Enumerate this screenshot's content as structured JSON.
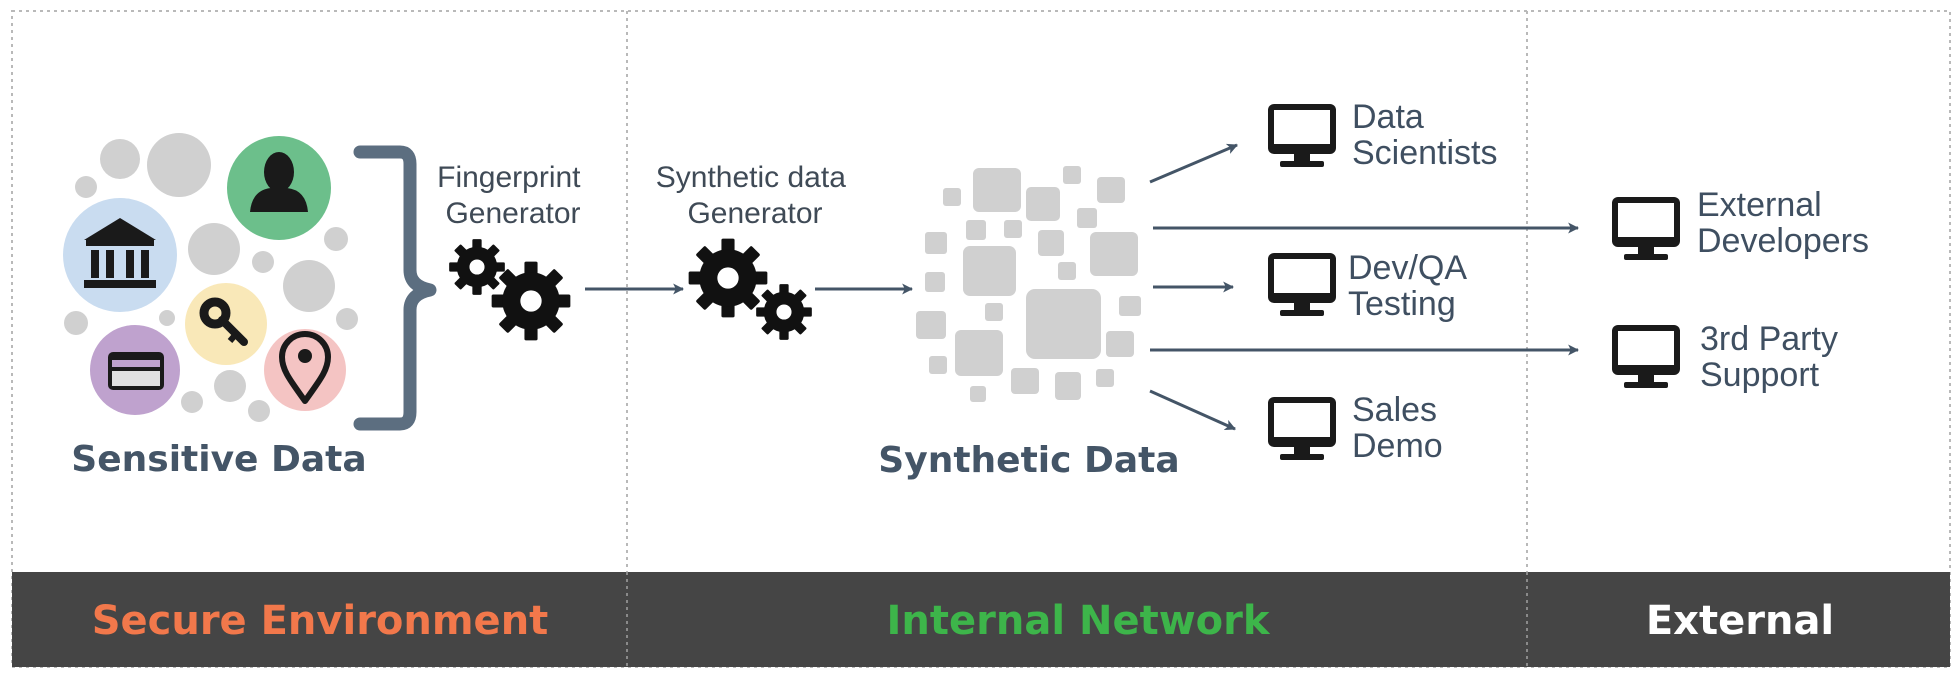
{
  "zones": [
    {
      "id": "secure",
      "label": "Secure Environment",
      "color": "#f2784b"
    },
    {
      "id": "internal",
      "label": "Internal Network",
      "color": "#3db54a"
    },
    {
      "id": "external",
      "label": "External",
      "color": "#ffffff"
    }
  ],
  "sensitive": {
    "label": "Sensitive Data",
    "icons": [
      {
        "name": "person-icon",
        "bg": "#6cbf8b"
      },
      {
        "name": "bank-icon",
        "bg": "#c9dcf0"
      },
      {
        "name": "key-icon",
        "bg": "#f9e8b8"
      },
      {
        "name": "credit-card-icon",
        "bg": "#bfa2ce"
      },
      {
        "name": "location-pin-icon",
        "bg": "#f4c4c3"
      }
    ]
  },
  "fingerprint_generator": {
    "line1": "Fingerprint",
    "line2": "Generator"
  },
  "synthetic_generator": {
    "line1": "Synthetic data",
    "line2": "Generator"
  },
  "synthetic": {
    "label": "Synthetic Data"
  },
  "consumers": {
    "internal": [
      {
        "line1": "Data",
        "line2": "Scientists"
      },
      {
        "line1": "Dev/QA",
        "line2": "Testing"
      },
      {
        "line1": "Sales",
        "line2": "Demo"
      }
    ],
    "external": [
      {
        "line1": "External",
        "line2": "Developers"
      },
      {
        "line1": "3rd Party",
        "line2": "Support"
      }
    ]
  },
  "colors": {
    "band": "#454545",
    "arrow": "#445567",
    "icon": "#1a1a1a",
    "bubble": "#d0d0d0",
    "brace": "#5c6e80"
  }
}
